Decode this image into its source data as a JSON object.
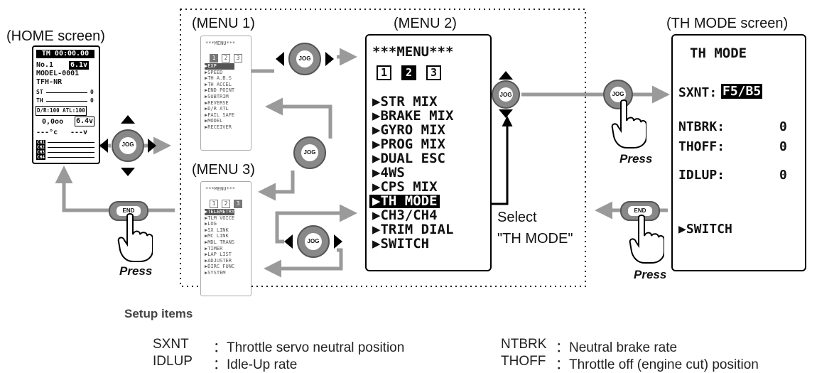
{
  "screens": {
    "home_title": "(HOME screen)",
    "menu1_title": "(MENU 1)",
    "menu2_title": "(MENU 2)",
    "menu3_title": "(MENU 3)",
    "thmode_title": "(TH MODE screen)"
  },
  "home": {
    "timer": "TM 00:00.00",
    "model_no": "No.1",
    "voltage": "6.1v",
    "model_name": "MODEL-0001",
    "system": "TFH-NR",
    "st_label": "ST",
    "th_label": "TH",
    "zero": "0",
    "dr_atl": "D/R:100 ATL:100",
    "value_a": "0,0oo",
    "value_b": "6.4v",
    "temp": "---°c",
    "volt2": "---v",
    "channels": [
      "CH1",
      "CH2",
      "CH3",
      "CH4"
    ]
  },
  "menu1": {
    "header": "***MENU***",
    "pages": [
      "1",
      "2",
      "3"
    ],
    "items": [
      "▶EXP",
      "▶SPEED",
      "▶TH A.B.S",
      "▶TH ACCEL",
      "▶END POINT",
      "▶SUBTRIM",
      "▶REVERSE",
      "▶D/R ATL",
      "▶FAIL SAFE",
      "▶MODEL",
      "▶RECEIVER"
    ]
  },
  "menu3": {
    "header": "***MENU***",
    "pages": [
      "1",
      "2",
      "3"
    ],
    "items": [
      "▶TELEMETRY",
      "▶TLM VOICE",
      "▶LOG",
      "▶SX LINK",
      "▶MC LINK",
      "▶MDL TRANS",
      "▶TIMER",
      "▶LAP LIST",
      "▶ADJUSTER",
      "▶DIRC FUNC",
      "▶SYSTEM"
    ]
  },
  "menu2": {
    "header": "***MENU***",
    "pages": [
      "1",
      "2",
      "3"
    ],
    "items": [
      "▶STR MIX",
      "▶BRAKE MIX",
      "▶GYRO MIX",
      "▶PROG MIX",
      "▶DUAL ESC",
      "▶4WS",
      "▶CPS MIX",
      "▶TH MODE",
      "▶CH3/CH4",
      "▶TRIM DIAL",
      "▶SWITCH"
    ]
  },
  "select_note": {
    "line1": "Select",
    "line2": "\"TH MODE\""
  },
  "thmode": {
    "title": "TH MODE",
    "sxnt_label": "SXNT:",
    "sxnt_value": "F5/B5",
    "ntbrk_label": "NTBRK:",
    "ntbrk_value": "0",
    "thoff_label": "THOFF:",
    "thoff_value": "0",
    "idlup_label": "IDLUP:",
    "idlup_value": "0",
    "switch_label": "▶SWITCH"
  },
  "buttons": {
    "jog": "JOG",
    "end": "END",
    "press": "Press"
  },
  "setup": {
    "heading": "Setup items",
    "items": [
      {
        "key": "SXNT",
        "desc": "：Throttle servo neutral position"
      },
      {
        "key": "NTBRK",
        "desc": "：Neutral brake rate"
      },
      {
        "key": "IDLUP",
        "desc": "：Idle-Up rate"
      },
      {
        "key": "THOFF",
        "desc": "：Throttle off (engine cut) position"
      }
    ]
  },
  "colors": {
    "arrow": "#9a9a9a",
    "button": "#888888",
    "lcd_border": "#000000"
  }
}
